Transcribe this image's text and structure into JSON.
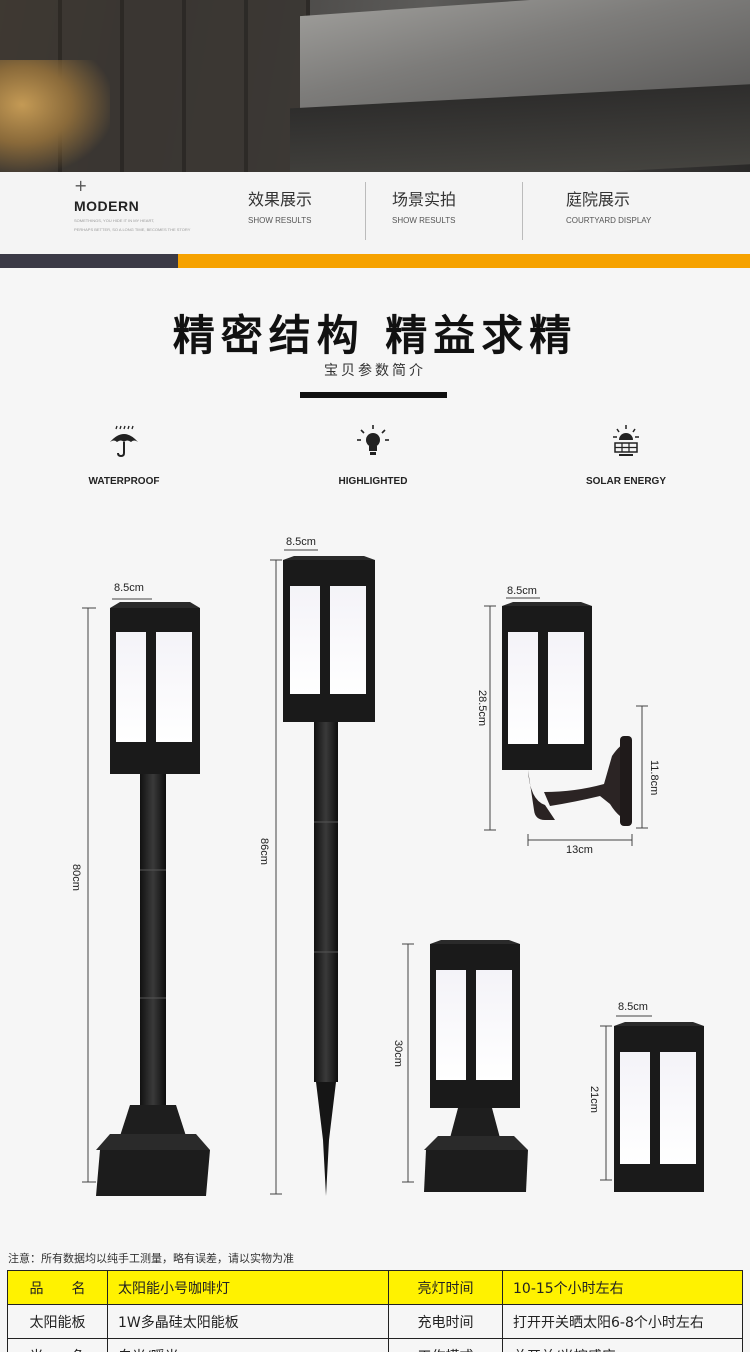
{
  "nav": {
    "brand": "MODERN",
    "tagline1": "SOMETHINGS, YOU HIDE IT IN MY HEART,",
    "tagline2": "PERHAPS BETTER, SO A LONG TIME, BECOMES THE STORY",
    "items": [
      {
        "cn": "效果展示",
        "en": "SHOW RESULTS"
      },
      {
        "cn": "场景实拍",
        "en": "SHOW RESULTS"
      },
      {
        "cn": "庭院展示",
        "en": "COURTYARD DISPLAY"
      }
    ]
  },
  "headline": "精密结构  精益求精",
  "subhead": "宝贝参数简介",
  "features": [
    {
      "label": "WATERPROOF",
      "icon": "umbrella-icon"
    },
    {
      "label": "HIGHLIGHTED",
      "icon": "bulb-icon"
    },
    {
      "label": "SOLAR ENERGY",
      "icon": "sun-panel-icon"
    }
  ],
  "dimensions": {
    "lamp1_width": "8.5cm",
    "lamp1_height": "80cm",
    "lamp2_width": "8.5cm",
    "lamp2_height": "86cm",
    "lamp3_width": "8.5cm",
    "lamp3_height": "28.5cm",
    "lamp3_bracket": "11.8cm",
    "lamp3_depth": "13cm",
    "lamp4_height": "30cm",
    "lamp5_width": "8.5cm",
    "lamp5_height": "21cm"
  },
  "note": "注意：所有数据均以纯手工测量，略有误差，请以实物为准",
  "spec_rows": [
    [
      "品　　名",
      "太阳能小号咖啡灯",
      "亮灯时间",
      "10-15个小时左右"
    ],
    [
      "太阳能板",
      "1W多晶硅太阳能板",
      "充电时间",
      "打开开关晒太阳6-8个小时左右"
    ],
    [
      "光　　色",
      "白光/暖光",
      "工作模式",
      "总开关/光控感应"
    ]
  ],
  "colors": {
    "accent": "#f6a200",
    "dark": "#3b3a46",
    "highlight": "#fff200"
  }
}
